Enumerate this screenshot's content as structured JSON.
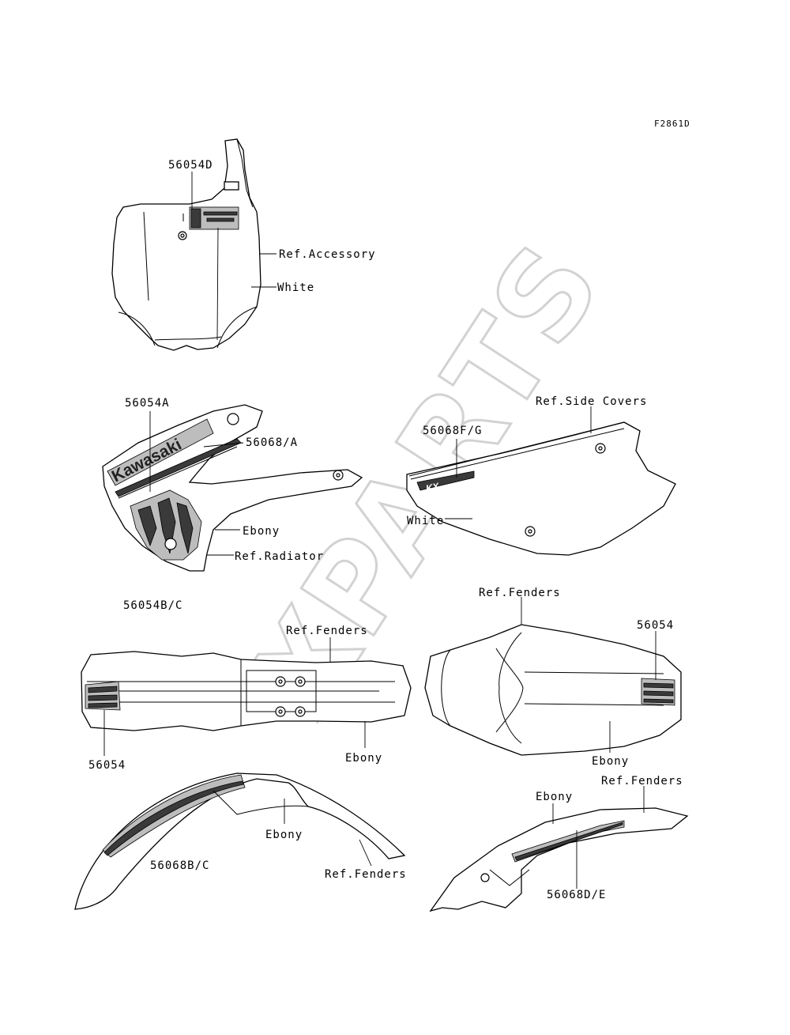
{
  "diagram_code": "F2861D",
  "watermark": "XPARTS",
  "labels": {
    "number_plate_decal": "56054D",
    "number_plate_ref": "Ref.Accessory",
    "number_plate_color": "White",
    "shroud_decal": "56054A",
    "shroud_stripe": "56068/A",
    "shroud_color": "Ebony",
    "shroud_ref": "Ref.Radiator",
    "side_cover_decal": "56068F/G",
    "side_cover_ref": "Ref.Side Covers",
    "side_cover_color": "White",
    "rear_fender_decal_set": "56054B/C",
    "rear_fender_ref": "Ref.Fenders",
    "rear_fender_logo": "56054",
    "rear_fender_color": "Ebony",
    "rear_fender2_ref": "Ref.Fenders",
    "rear_fender2_logo": "56054",
    "rear_fender2_color": "Ebony",
    "front_fender_decal": "56068B/C",
    "front_fender_color": "Ebony",
    "front_fender_ref": "Ref.Fenders",
    "front_fender2_color": "Ebony",
    "front_fender2_ref": "Ref.Fenders",
    "front_fender2_decal": "56068D/E"
  },
  "decal_text": {
    "shroud_logo": "Kawasaki",
    "side_cover_logo": "KX"
  }
}
